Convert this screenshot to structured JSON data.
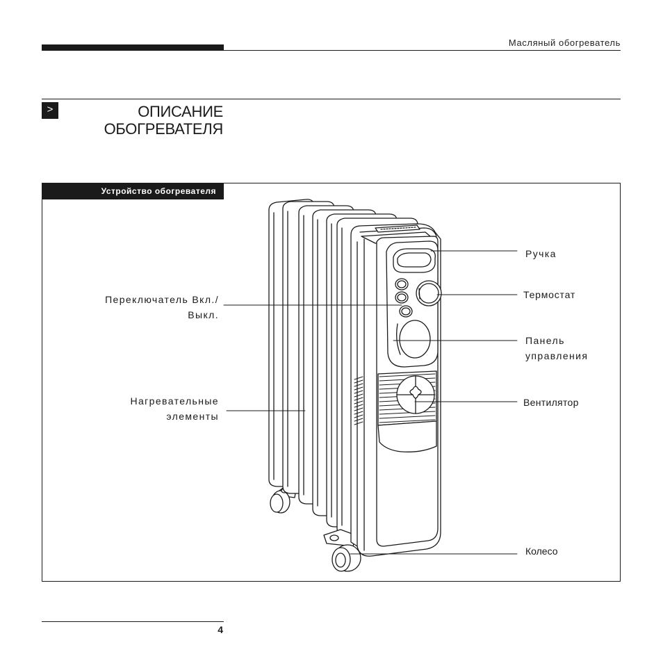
{
  "header": {
    "title": "Масляный обогреватель"
  },
  "section": {
    "marker": ">",
    "title_line1": "ОПИСАНИЕ",
    "title_line2": "ОБОГРЕВАТЕЛЯ"
  },
  "figure": {
    "tab_label": "Устройство обогревателя",
    "labels": {
      "switch_line1": "Переключатель Вкл./",
      "switch_line2": "Выкл.",
      "elements_line1": "Нагревательные",
      "elements_line2": "элементы",
      "handle": "Ручка",
      "thermostat": "Термостат",
      "panel_line1": "Панель",
      "panel_line2": "управления",
      "fan": "Вентилятор",
      "wheel": "Колесо"
    }
  },
  "footer": {
    "page_number": "4"
  }
}
